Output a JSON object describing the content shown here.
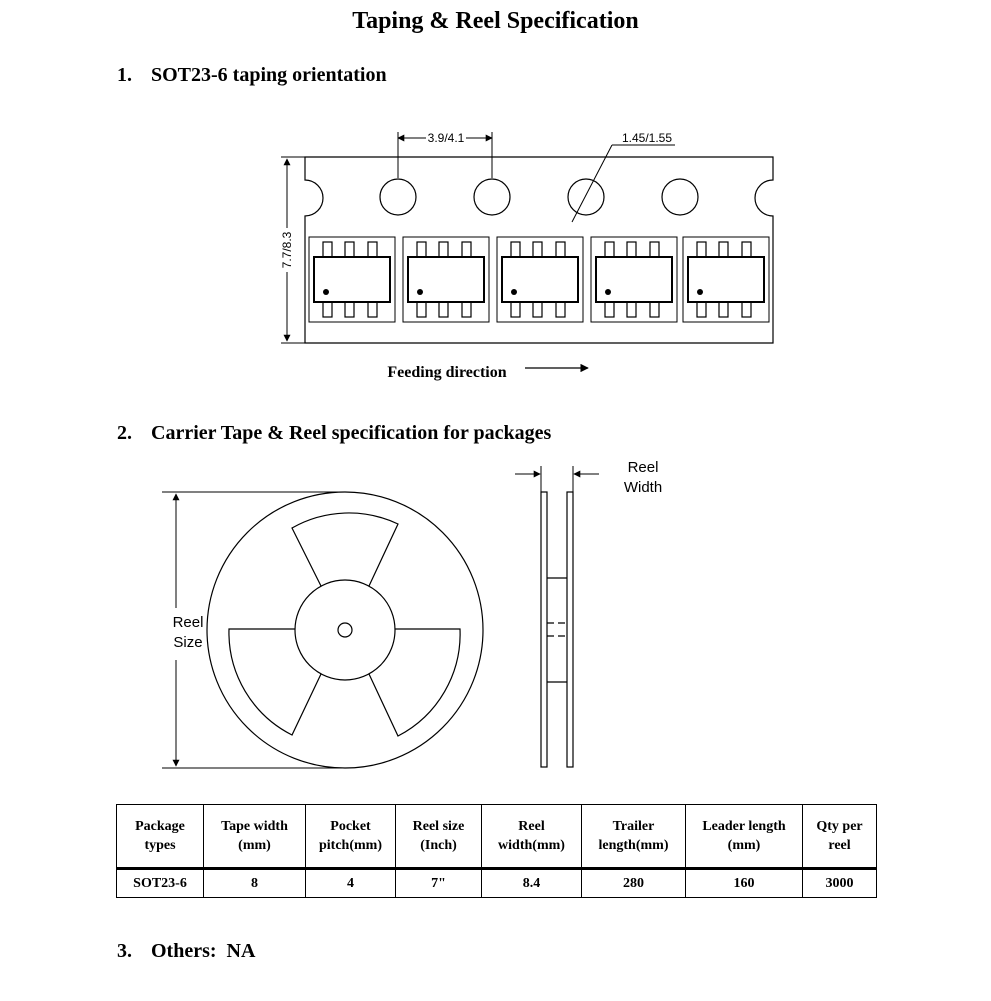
{
  "page": {
    "title": "Taping & Reel Specification"
  },
  "sections": [
    {
      "num": "1.",
      "title": "SOT23-6 taping orientation"
    },
    {
      "num": "2.",
      "title": "Carrier Tape & Reel specification for packages"
    },
    {
      "num": "3.",
      "title": "Others:  NA"
    }
  ],
  "tape_diagram": {
    "pitch_label": "3.9/4.1",
    "hole_label": "1.45/1.55",
    "height_label": "7.7/8.3",
    "feeding_label": "Feeding direction"
  },
  "reel_diagram": {
    "size_label_line1": "Reel",
    "size_label_line2": "Size",
    "width_label_line1": "Reel",
    "width_label_line2": "Width"
  },
  "spec_table": {
    "headers": [
      [
        "Package",
        "types"
      ],
      [
        "Tape width",
        "(mm)"
      ],
      [
        "Pocket",
        "pitch(mm)"
      ],
      [
        "Reel size",
        "(Inch)"
      ],
      [
        "Reel",
        "width(mm)"
      ],
      [
        "Trailer",
        "length(mm)"
      ],
      [
        "Leader length",
        "(mm)"
      ],
      [
        "Qty per",
        "reel"
      ]
    ],
    "rows": [
      [
        "SOT23-6",
        "8",
        "4",
        "7\"",
        "8.4",
        "280",
        "160",
        "3000"
      ]
    ]
  }
}
